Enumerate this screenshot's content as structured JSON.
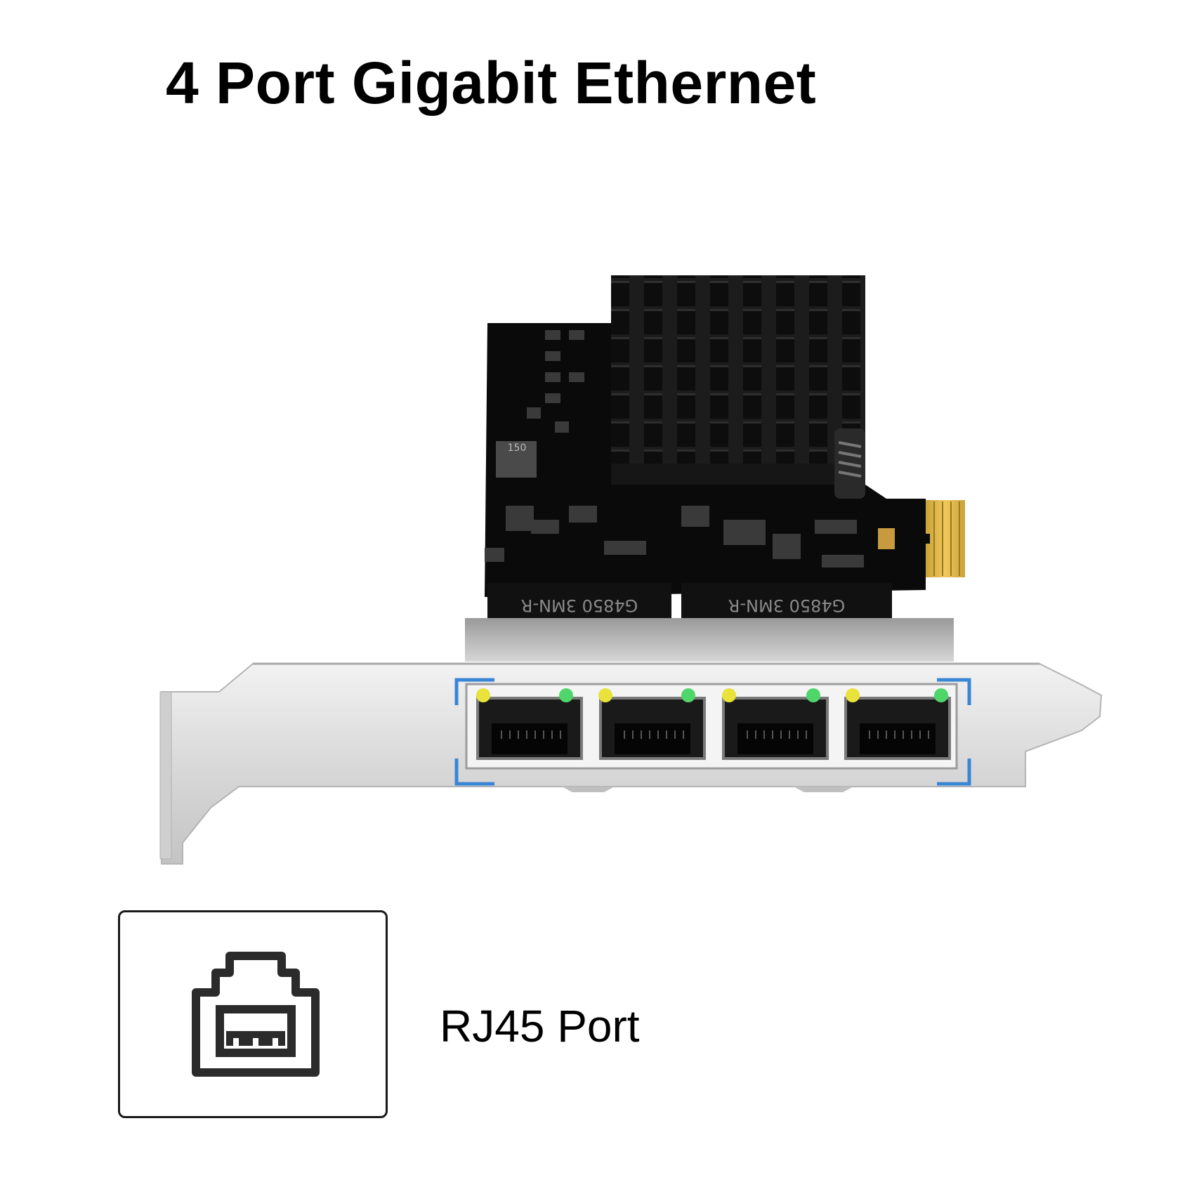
{
  "header": {
    "title": "4 Port Gigabit Ethernet"
  },
  "product_image": {
    "icon": "pcie-network-card",
    "port_count": 4,
    "chip_labels": [
      "G4850 3MN-R",
      "G4850 3MN-R"
    ],
    "inductor_label": "150",
    "highlight_color": "#3a86d6",
    "led_colors": {
      "link": "#e8e23a",
      "activity": "#4fd66a"
    }
  },
  "feature": {
    "icon": "rj45-port-icon",
    "label": "RJ45 Port"
  }
}
